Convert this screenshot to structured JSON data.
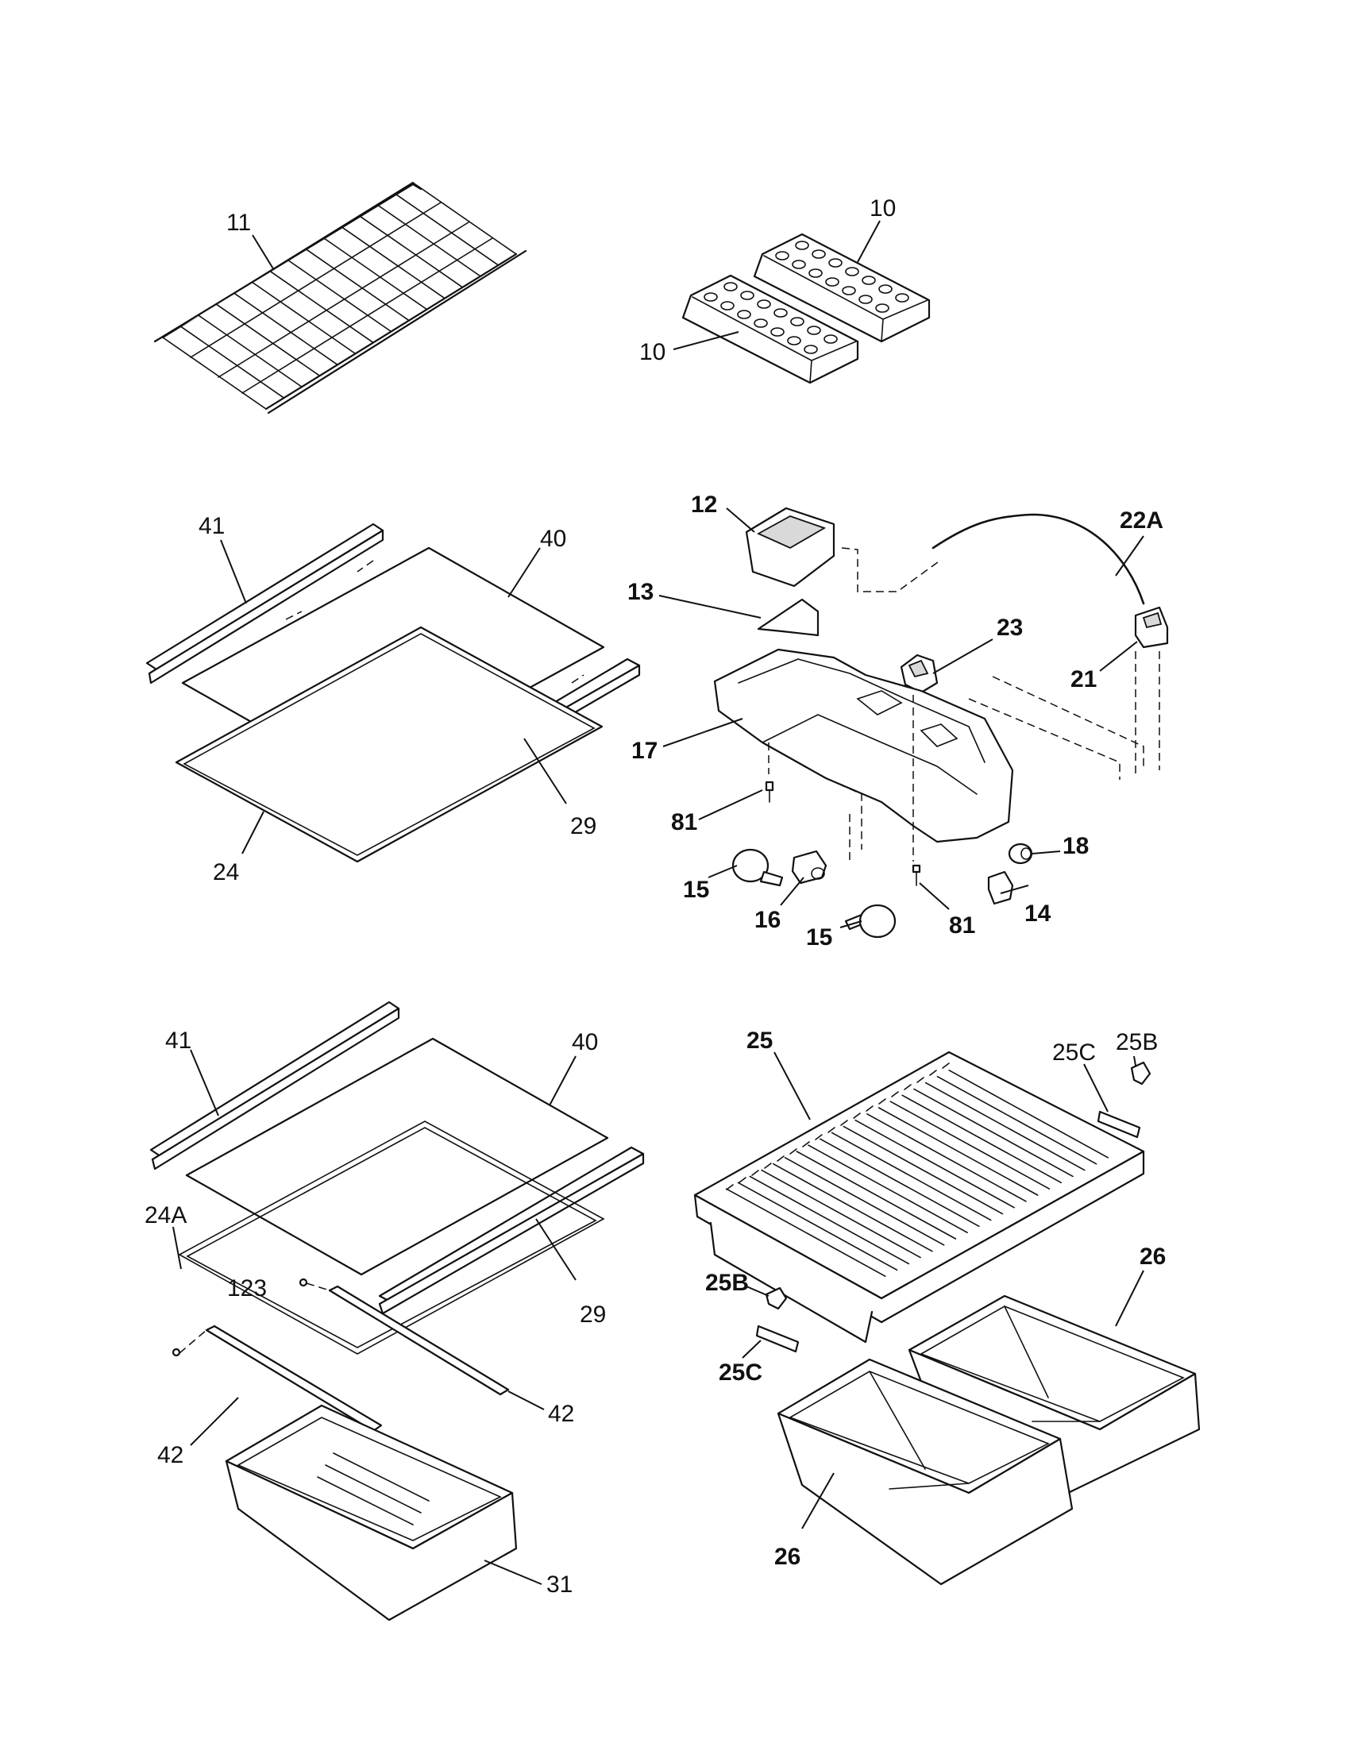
{
  "callouts": {
    "c11": "11",
    "c10a": "10",
    "c10b": "10",
    "c41a": "41",
    "c40a": "40",
    "c29a": "29",
    "c24": "24",
    "c12": "12",
    "c22a": "22A",
    "c13": "13",
    "c23": "23",
    "c21": "21",
    "c17": "17",
    "c81a": "81",
    "c15a": "15",
    "c16": "16",
    "c15b": "15",
    "c81b": "81",
    "c14": "14",
    "c18": "18",
    "c41b": "41",
    "c40b": "40",
    "c24a": "24A",
    "c123": "123",
    "c29b": "29",
    "c42a": "42",
    "c42b": "42",
    "c31": "31",
    "c25": "25",
    "c25c_top": "25C",
    "c25b_top": "25B",
    "c25b_bot": "25B",
    "c25c_bot": "25C",
    "c26a": "26",
    "c26b": "26"
  }
}
